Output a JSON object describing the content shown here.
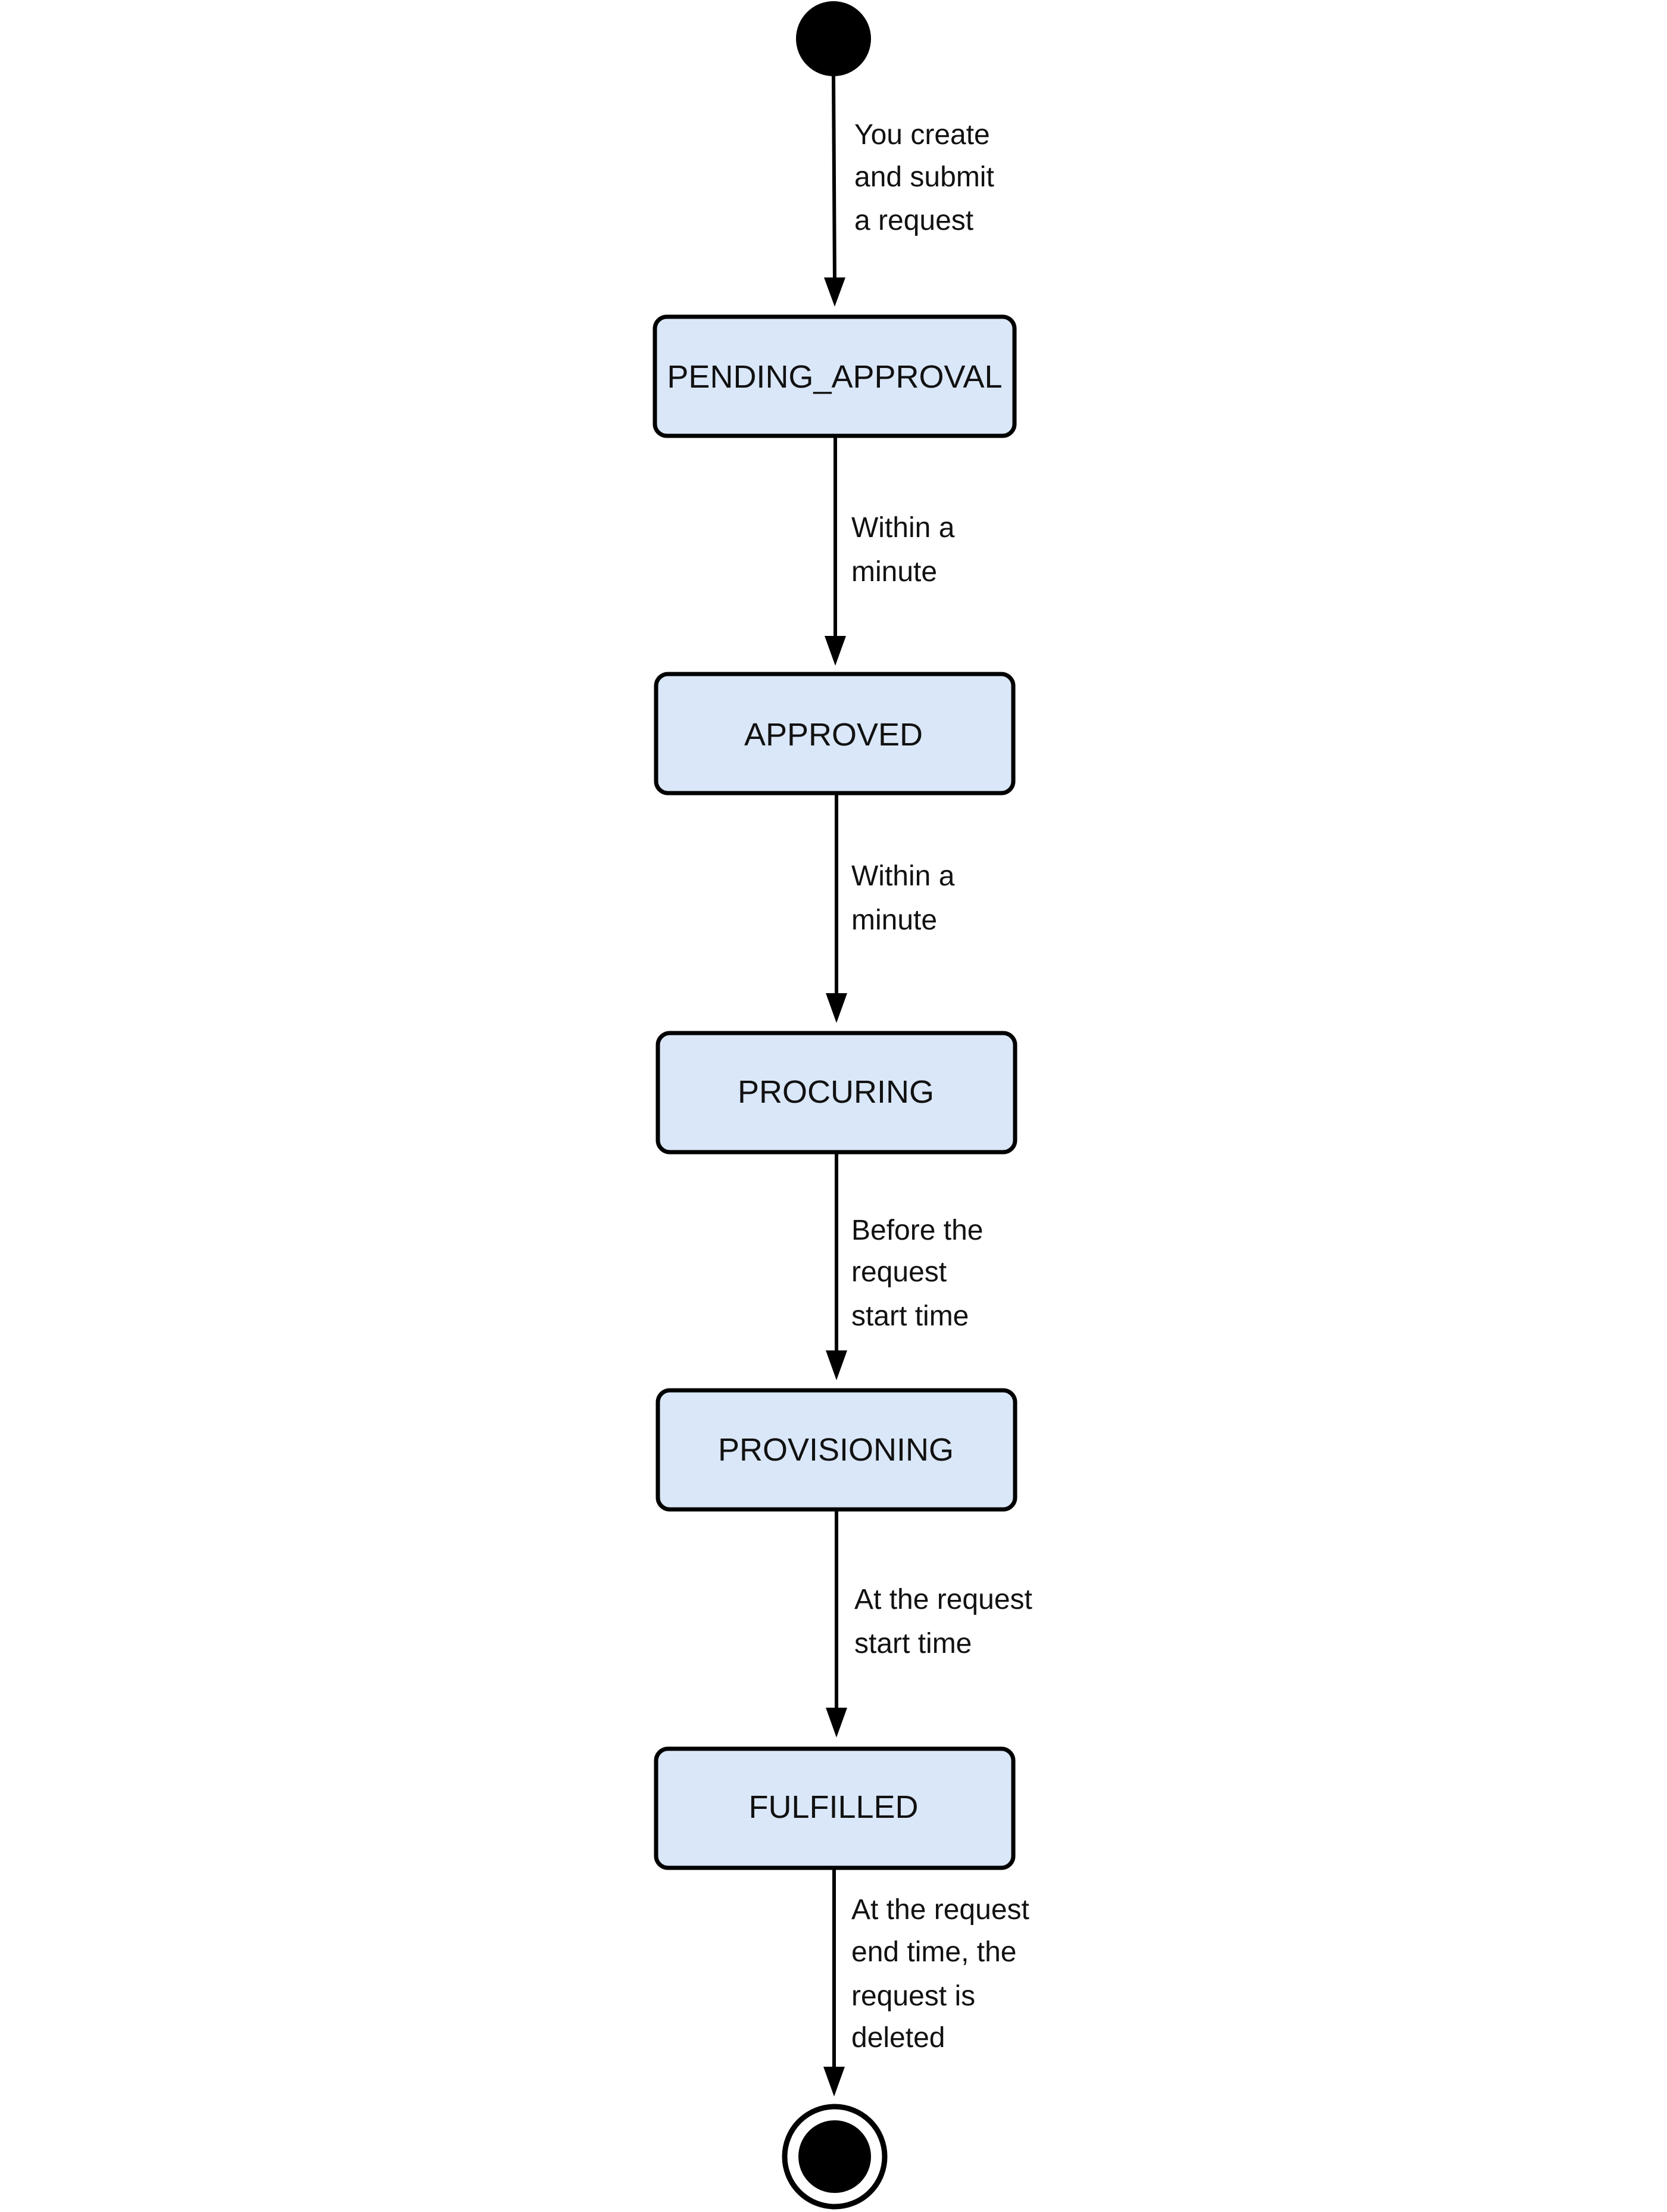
{
  "diagram": {
    "type": "state-machine",
    "start_node": "initial",
    "end_node": "final",
    "states": [
      {
        "id": "pending",
        "label": "PENDING_APPROVAL"
      },
      {
        "id": "approved",
        "label": "APPROVED"
      },
      {
        "id": "procuring",
        "label": "PROCURING"
      },
      {
        "id": "provisioning",
        "label": "PROVISIONING"
      },
      {
        "id": "fulfilled",
        "label": "FULFILLED"
      }
    ],
    "transitions": [
      {
        "from": "initial",
        "to": "pending",
        "label_lines": [
          "You create",
          "and submit",
          "a request"
        ]
      },
      {
        "from": "pending",
        "to": "approved",
        "label_lines": [
          "Within a",
          "minute"
        ]
      },
      {
        "from": "approved",
        "to": "procuring",
        "label_lines": [
          "Within a",
          "minute"
        ]
      },
      {
        "from": "procuring",
        "to": "provisioning",
        "label_lines": [
          "Before the",
          "request",
          "start time"
        ]
      },
      {
        "from": "provisioning",
        "to": "fulfilled",
        "label_lines": [
          "At the request",
          "start time"
        ]
      },
      {
        "from": "fulfilled",
        "to": "final",
        "label_lines": [
          "At the request",
          "end time, the",
          "request is",
          "deleted"
        ]
      }
    ],
    "colors": {
      "state_fill": "#dae7f8",
      "stroke": "#000000",
      "text": "#111111"
    }
  }
}
